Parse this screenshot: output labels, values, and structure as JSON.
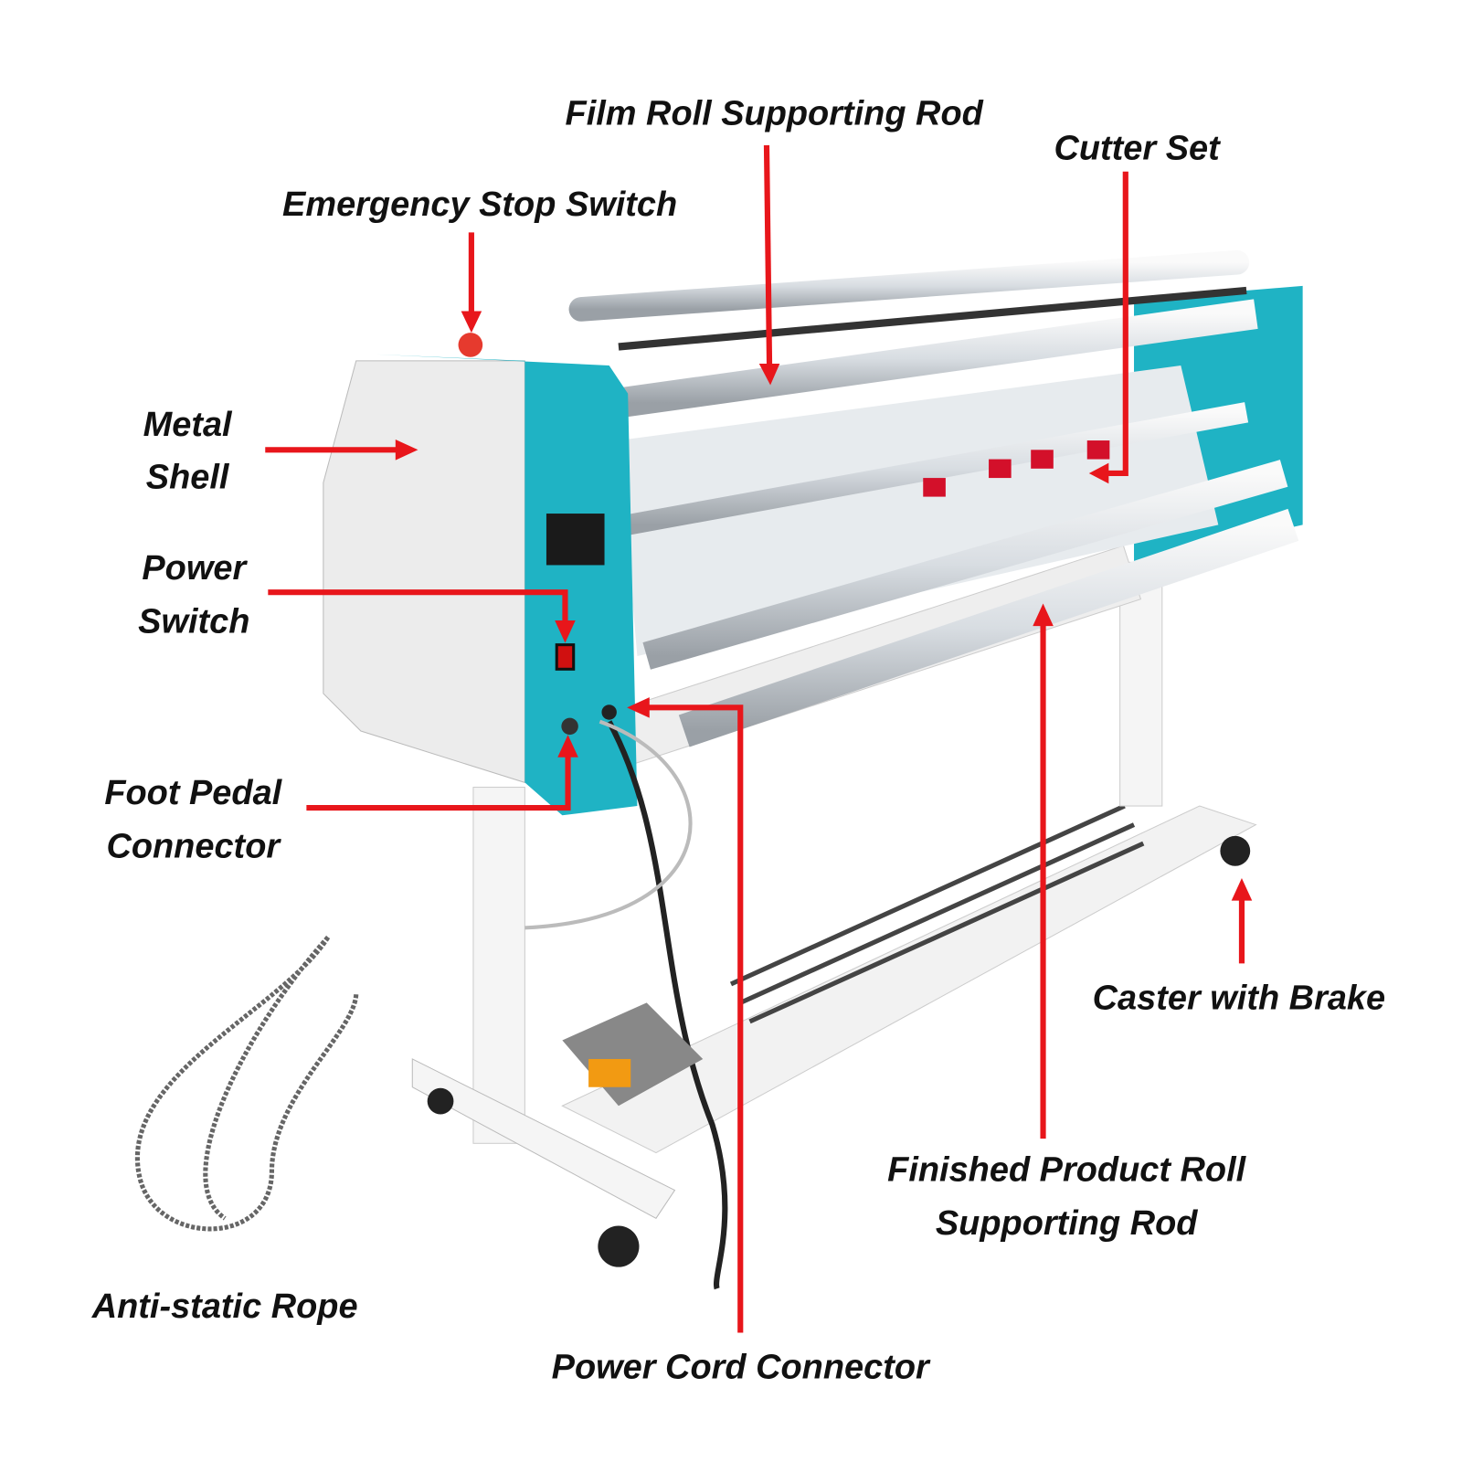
{
  "labels": {
    "film_roll_rod": "Film Roll Supporting Rod",
    "cutter_set": "Cutter Set",
    "emergency_stop": "Emergency Stop Switch",
    "metal_shell": [
      "Metal",
      "Shell"
    ],
    "power_switch": [
      "Power",
      "Switch"
    ],
    "foot_pedal": [
      "Foot Pedal",
      "Connector"
    ],
    "caster": "Caster with Brake",
    "finished_rod": [
      "Finished Product Roll",
      "Supporting Rod"
    ],
    "anti_static": "Anti-static Rope",
    "power_cord": "Power Cord Connector"
  },
  "colors": {
    "arrow": "#e8161b",
    "teal": "#1fb3c4",
    "shell": "#ececec"
  }
}
